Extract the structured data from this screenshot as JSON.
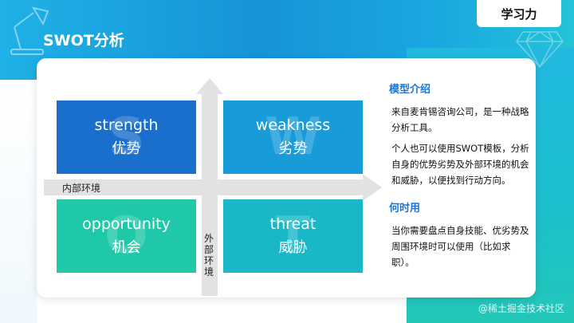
{
  "slide": {
    "title": "SWOT分析",
    "brand": "学习力",
    "watermark": "@稀土掘金技术社区"
  },
  "matrix": {
    "strength": {
      "letter": "S",
      "en": "strength",
      "cn": "优势"
    },
    "weakness": {
      "letter": "W",
      "en": "weakness",
      "cn": "劣势"
    },
    "opportunity": {
      "letter": "O",
      "en": "opportunity",
      "cn": "机会"
    },
    "threat": {
      "letter": "T",
      "en": "threat",
      "cn": "威胁"
    },
    "axis_h_label": "内部环境",
    "axis_v_label": "外部环境"
  },
  "panel": {
    "heading1": "模型介绍",
    "para1": "来自麦肯锡咨询公司，是一种战略分析工具。",
    "para2": "个人也可以使用SWOT模板，分析自身的优势劣势及外部环境的机会和威胁，以便找到行动方向。",
    "heading2": "何时用",
    "para3": "当你需要盘点自身技能、优劣势及周围环境时可以使用（比如求职）。"
  },
  "colors": {
    "strength": "#1a6fcc",
    "weakness": "#189bd9",
    "opportunity": "#1ec8a8",
    "threat": "#19b7c8",
    "heading": "#1a77d6"
  }
}
